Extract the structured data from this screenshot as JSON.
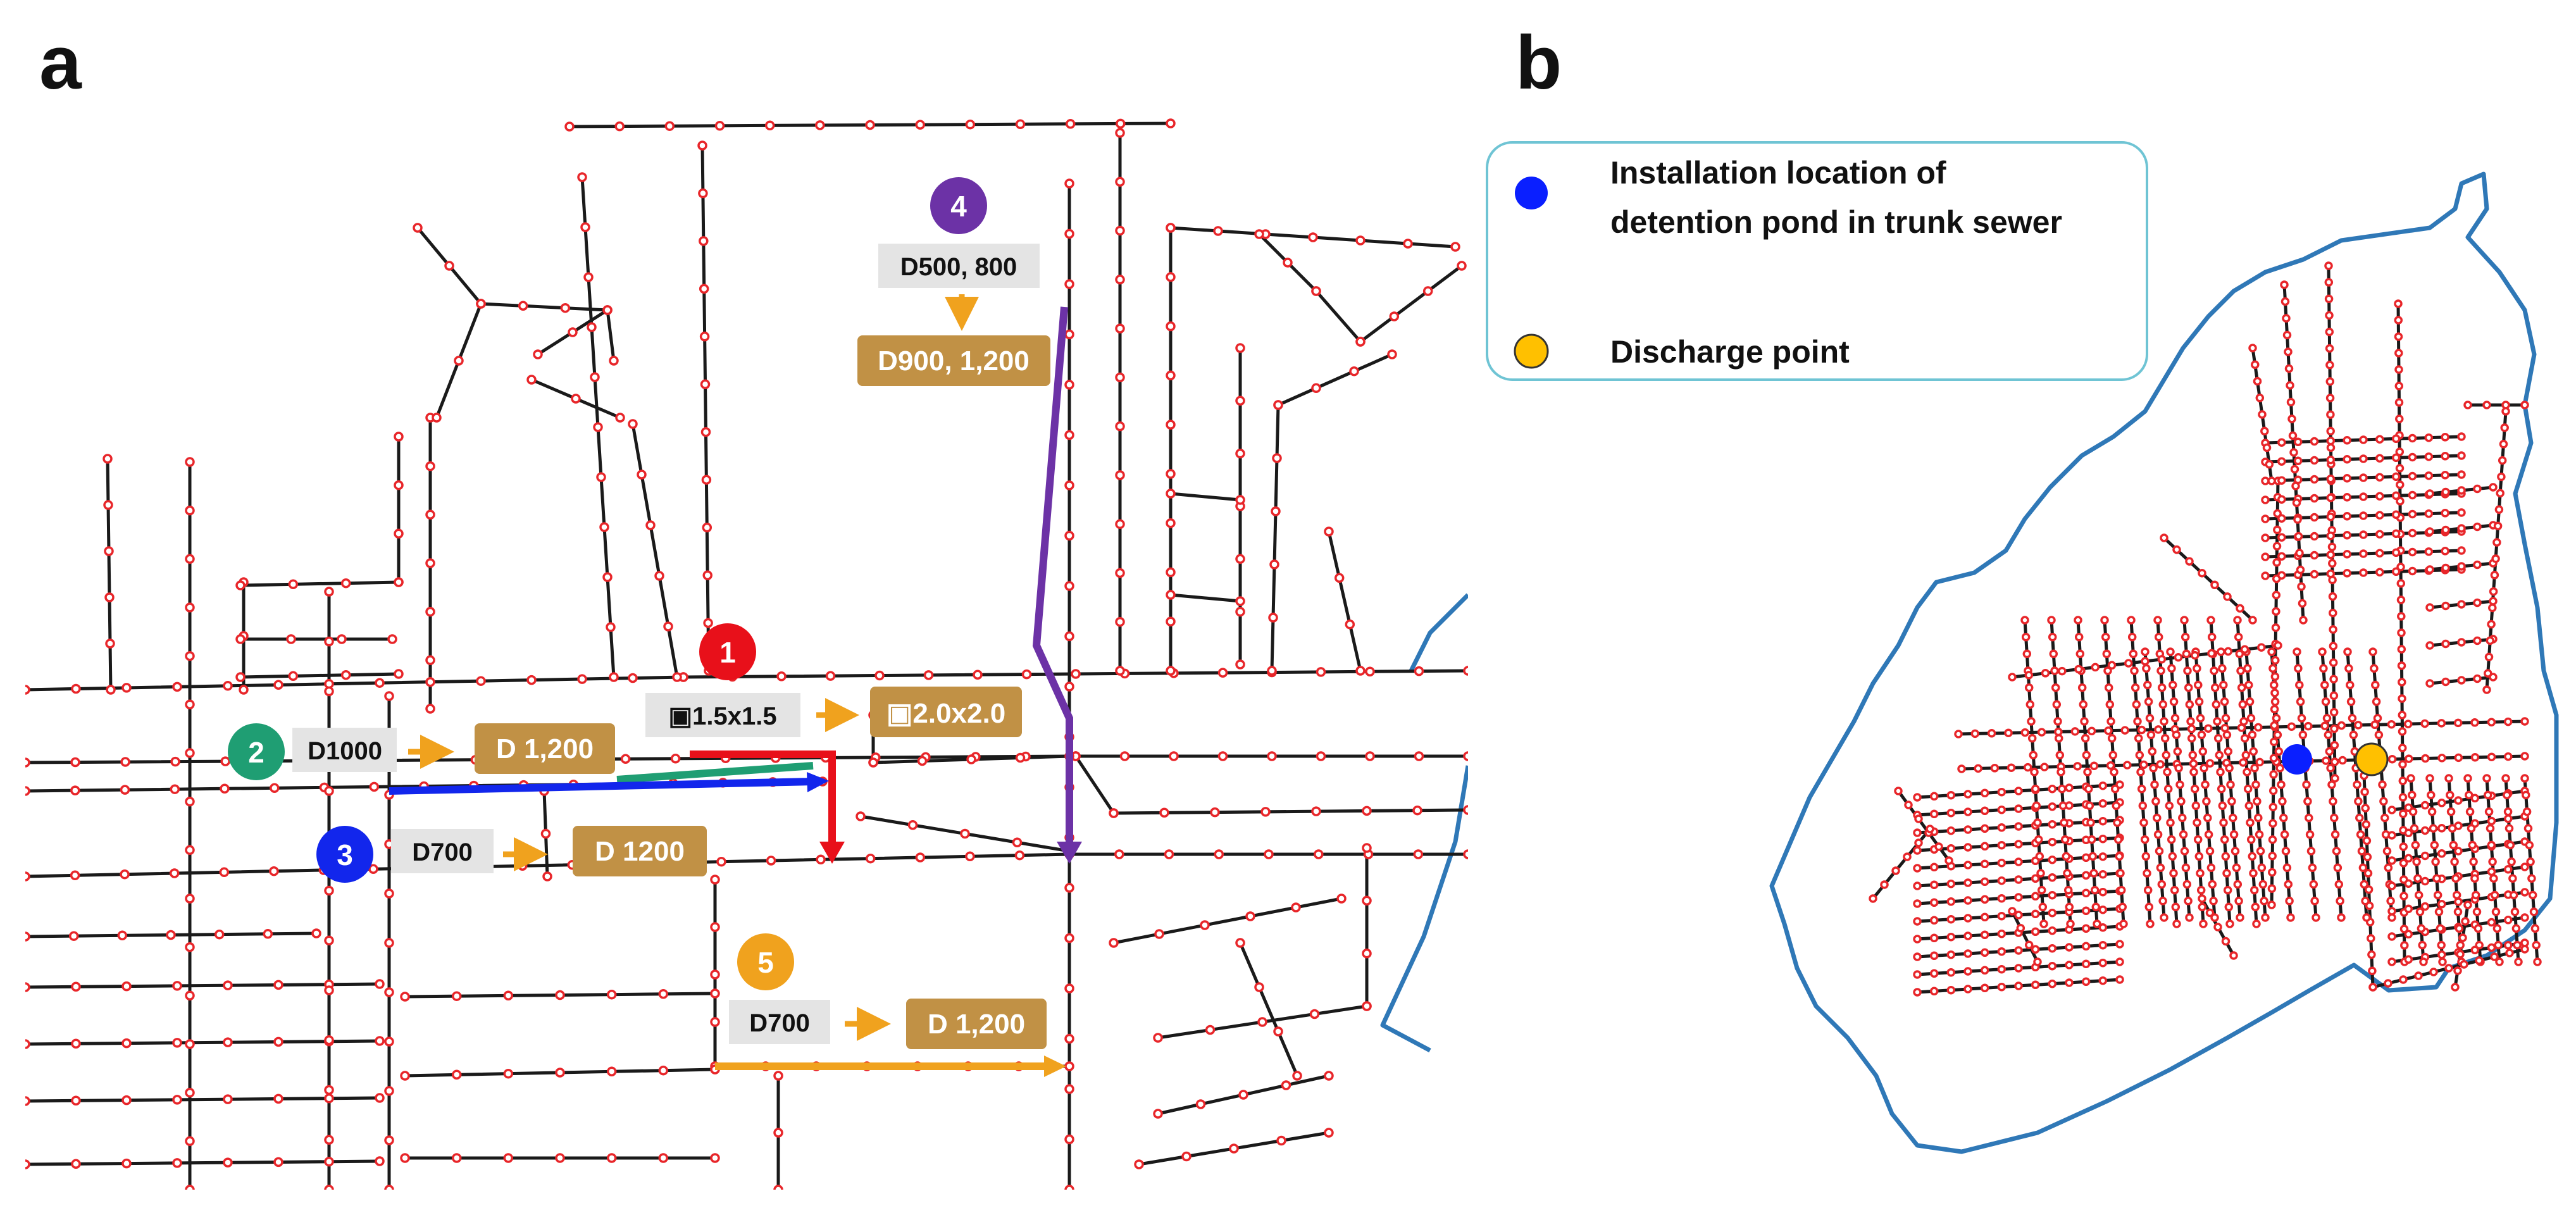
{
  "panels": {
    "a": "a",
    "b": "b"
  },
  "colors": {
    "route1": "#e8101a",
    "route2": "#1f9e73",
    "route3": "#1226ec",
    "route4": "#6c32a6",
    "route5": "#f0a21e",
    "label_gray": "#e4e4e4",
    "label_gold": "#c19145",
    "boundary": "#2f78b7",
    "node_stroke": "#e8262a",
    "pond": "#0a1fff",
    "discharge": "#ffc000"
  },
  "upgrades": [
    {
      "id": "1",
      "color": "#e8101a",
      "before": "▣1.5x1.5",
      "after": "▣2.0x2.0"
    },
    {
      "id": "2",
      "color": "#1f9e73",
      "before": "D1000",
      "after": "D 1,200"
    },
    {
      "id": "3",
      "color": "#1226ec",
      "before": "D700",
      "after": "D 1200"
    },
    {
      "id": "4",
      "color": "#6c32a6",
      "before": "D500, 800",
      "after": "D900, 1,200"
    },
    {
      "id": "5",
      "color": "#f0a21e",
      "before": "D700",
      "after": "D 1,200"
    }
  ],
  "legend": {
    "pond_line1": "Installation location of",
    "pond_line2": "detention pond in trunk sewer",
    "discharge": "Discharge point"
  }
}
